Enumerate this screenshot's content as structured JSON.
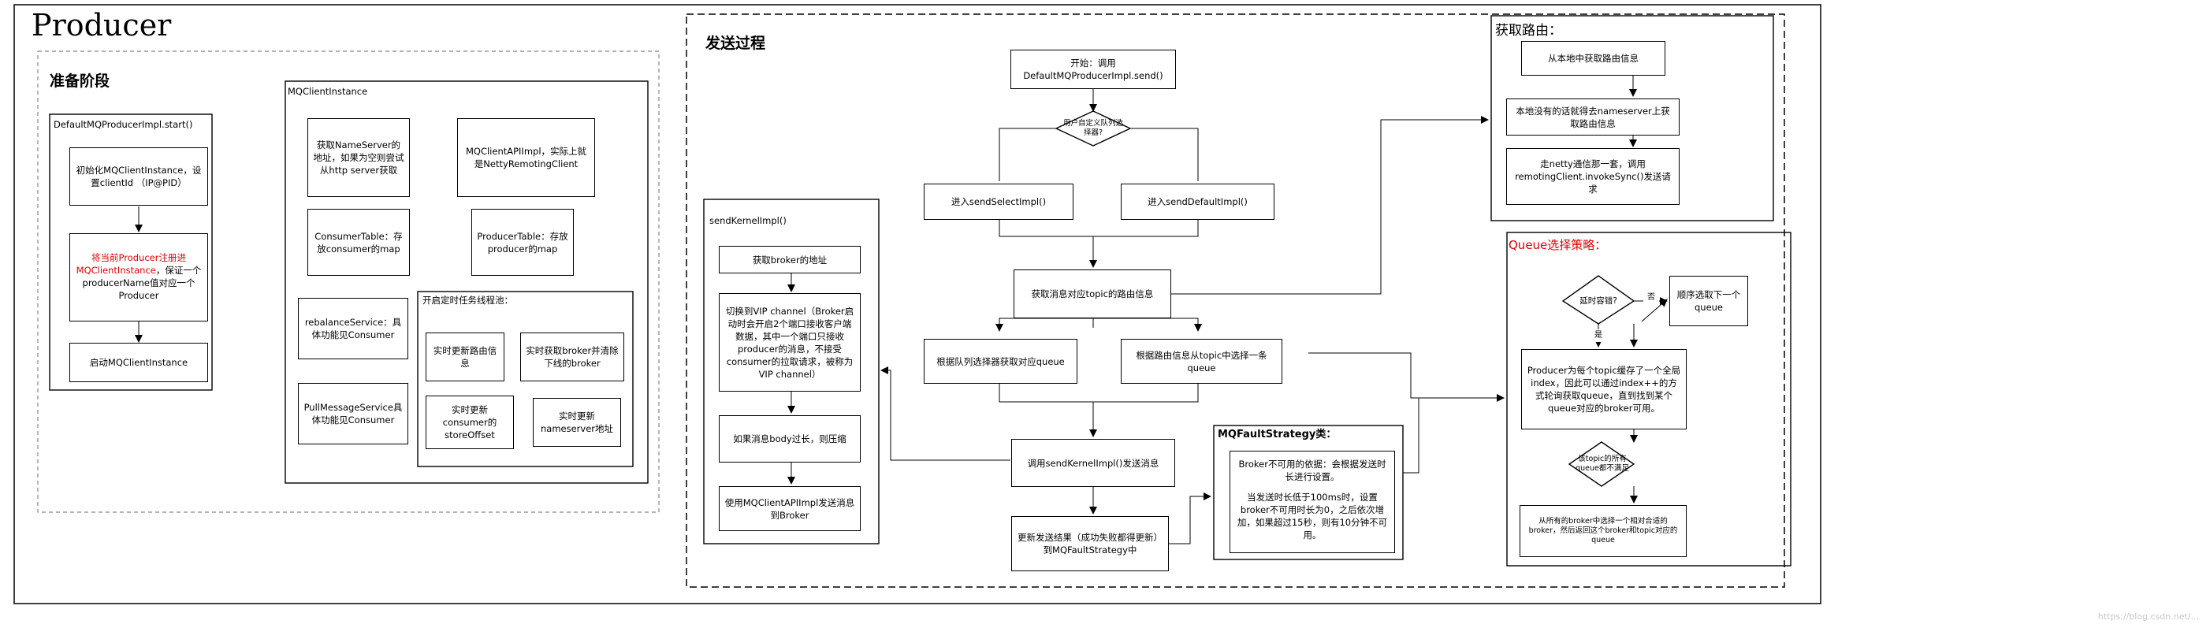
{
  "title": "Producer",
  "prep": {
    "heading": "准备阶段",
    "start_label": "DefaultMQProducerImpl.start()",
    "init": "初始化MQClientInstance，设置clientId （IP@PID）",
    "register_red": "将当前Producer注册进MQClientInstance",
    "register_rest": "，保证一个producerName值对应一个Producer",
    "start_instance": "启动MQClientInstance",
    "mqci_label": "MQClientInstance",
    "nameserver": "获取NameServer的地址，如果为空则尝试从http server获取",
    "apiimpl": "MQClientAPIImpl，实际上就是NettyRemotingClient",
    "consumer_table": "ConsumerTable：存放consumer的map",
    "producer_table": "ProducerTable：存放producer的map",
    "rebalance": "rebalanceService：具体功能见Consumer",
    "pull": "PullMessageService具体功能见Consumer",
    "timer_label": "开启定时任务线程池：",
    "timer_route": "实时更新路由信息",
    "timer_broker": "实时获取broker并清除下线的broker",
    "timer_offset": "实时更新consumer的storeOffset",
    "timer_ns": "实时更新nameserver地址"
  },
  "send": {
    "heading": "发送过程",
    "start": "开始：调用DefaultMQProducerImpl.send()",
    "custom_q": "用户自定义队列选择器?",
    "select_impl": "进入sendSelectImpl()",
    "default_impl": "进入sendDefaultImpl()",
    "topic_route": "获取消息对应topic的路由信息",
    "by_selector": "根据队列选择器获取对应queue",
    "from_route": "根据路由信息从topic中选择一条queue",
    "kernel_call": "调用sendKernelImpl()发送消息",
    "update_result": "更新发送结果（成功失败都得更新）到MQFaultStrategy中",
    "kernel_label": "sendKernelImpl()",
    "get_broker": "获取broker的地址",
    "vip": "切换到VIP channel（Broker启动时会开启2个端口接收客户端数据，其中一个端口只接收producer的消息，不接受consumer的拉取请求，被称为VIP channel）",
    "compress": "如果消息body过长，则压缩",
    "api_send": "使用MQClientAPIImpl发送消息到Broker"
  },
  "route": {
    "heading": "获取路由：",
    "local": "从本地中获取路由信息",
    "nameserver": "本地没有的话就得去nameserver上获取路由信息",
    "netty": "走netty通信那一套，调用remotingClient.invokeSync()发送请求"
  },
  "fault": {
    "heading": "MQFaultStrategy类：",
    "p1": "Broker不可用的依据：会根据发送时长进行设置。",
    "p2": "当发送时长低于100ms时，设置broker不可用时长为0，之后依次增加，如果超过15秒，则有10分钟不可用。"
  },
  "queue": {
    "heading": "Queue选择策略：",
    "tolerance_q": "延时容错?",
    "no": "否",
    "yes": "是",
    "sequential": "顺序选取下一个queue",
    "producer_index": "Producer为每个topic缓存了一个全局index，因此可以通过index++的方式轮询获取queue，直到找到某个queue对应的broker可用。",
    "all_unavailable_q": "该topic的所有queue都不满足",
    "fallback": "从所有的broker中选择一个相对合适的broker，然后返回这个broker和topic对应的queue"
  },
  "watermark": "https://blog.csdn.net/..."
}
